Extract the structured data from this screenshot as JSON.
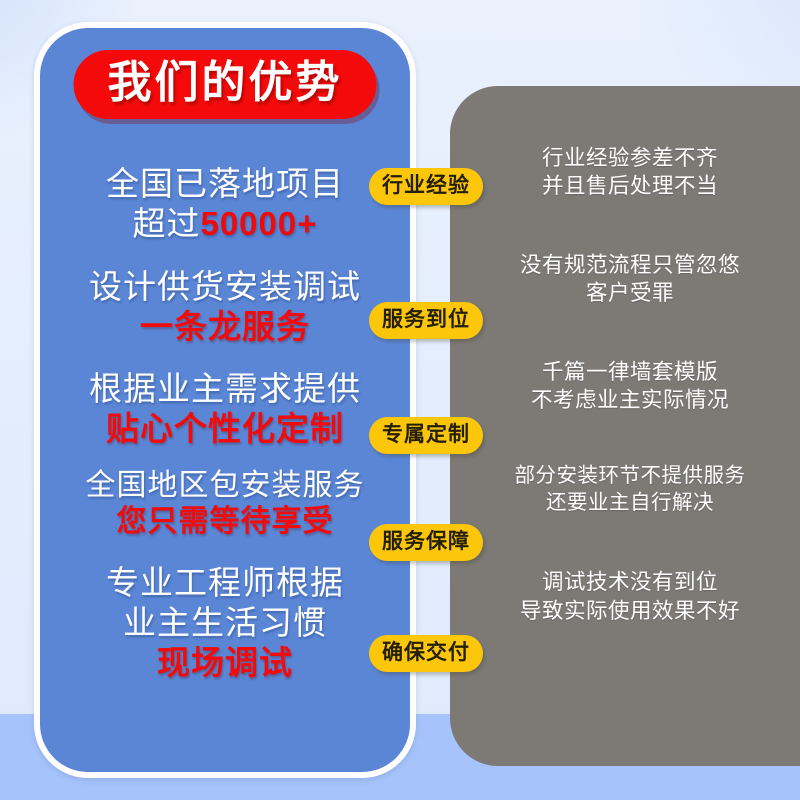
{
  "meta": {
    "poster_title": "我们的优势",
    "colors": {
      "blue_panel": "#5b86d6",
      "gray_panel": "#7d7a76",
      "title_pill_red": "#f40a0a",
      "accent_red": "#f00c0c",
      "badge_yellow": "#fcc70b",
      "page_background": "#eaf1fd",
      "bottom_band": "#a6c3fb"
    }
  },
  "advantages": {
    "title": "我们的优势",
    "items": [
      {
        "line1": "全国已落地项目",
        "line2_prefix": "超过",
        "line2_accent": "50000+"
      },
      {
        "line1": "设计供货安装调试",
        "line2": "一条龙服务"
      },
      {
        "line1": "根据业主需求提供",
        "line2": "贴心个性化定制"
      },
      {
        "line1": "全国地区包安装服务",
        "line2": "您只需等待享受"
      },
      {
        "line1": "专业工程师根据",
        "line2": "业主生活习惯",
        "line3": "现场调试"
      }
    ]
  },
  "badges": [
    {
      "label": "行业经验"
    },
    {
      "label": "服务到位"
    },
    {
      "label": "专属定制"
    },
    {
      "label": "服务保障"
    },
    {
      "label": "确保交付"
    }
  ],
  "drawbacks": {
    "items": [
      {
        "line1": "行业经验参差不齐",
        "line2": "并且售后处理不当"
      },
      {
        "line1": "没有规范流程只管忽悠",
        "line2": "客户受罪"
      },
      {
        "line1": "千篇一律墙套模版",
        "line2": "不考虑业主实际情况"
      },
      {
        "line1": "部分安装环节不提供服务",
        "line2": "还要业主自行解决"
      },
      {
        "line1": "调试技术没有到位",
        "line2": "导致实际使用效果不好"
      }
    ]
  }
}
